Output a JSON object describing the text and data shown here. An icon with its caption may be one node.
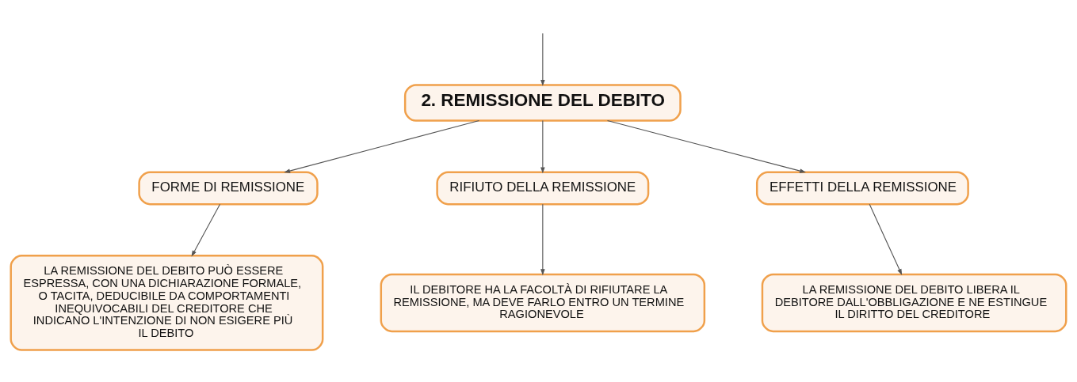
{
  "diagram": {
    "nodes": [
      {
        "text": [
          "2. REMISSIONE DEL DEBITO"
        ]
      },
      {
        "text": [
          "FORME DI REMISSIONE"
        ]
      },
      {
        "text": [
          "RIFIUTO DELLA REMISSIONE"
        ]
      },
      {
        "text": [
          "EFFETTI DELLA REMISSIONE"
        ]
      },
      {
        "text": [
          "LA REMISSIONE DEL DEBITO PUÒ ESSERE ESPRESSA, CON UNA DICHIARAZIONE FORMALE, O TACITA, DEDUCIBILE DA COMPORTAMENTI INEQUIVOCABILI DEL CREDITORE CHE INDICANO L'INTENZIONE DI NON ESIGERE PIÙ IL DEBITO"
        ]
      },
      {
        "text": [
          "IL DEBITORE HA LA FACOLTÀ DI RIFIUTARE LA REMISSIONE, MA DEVE FARLO ENTRO UN TERMINE RAGIONEVOLE"
        ]
      },
      {
        "text": [
          "LA REMISSIONE DEL DEBITO LIBERA IL DEBITORE DALL'OBBLIGAZIONE E NE ESTINGUE IL DIRITTO DEL CREDITORE"
        ]
      }
    ],
    "edges": [
      {
        "from": null,
        "to": 0,
        "arrow": "to"
      },
      {
        "from": 0,
        "to": 1,
        "arrow": "to"
      },
      {
        "from": 0,
        "to": 2,
        "arrow": "to"
      },
      {
        "from": 0,
        "to": 3,
        "arrow": "to"
      },
      {
        "from": 1,
        "to": 4,
        "arrow": "to"
      },
      {
        "from": 2,
        "to": 5,
        "arrow": "to"
      },
      {
        "from": 3,
        "to": 6,
        "arrow": "to"
      }
    ]
  }
}
